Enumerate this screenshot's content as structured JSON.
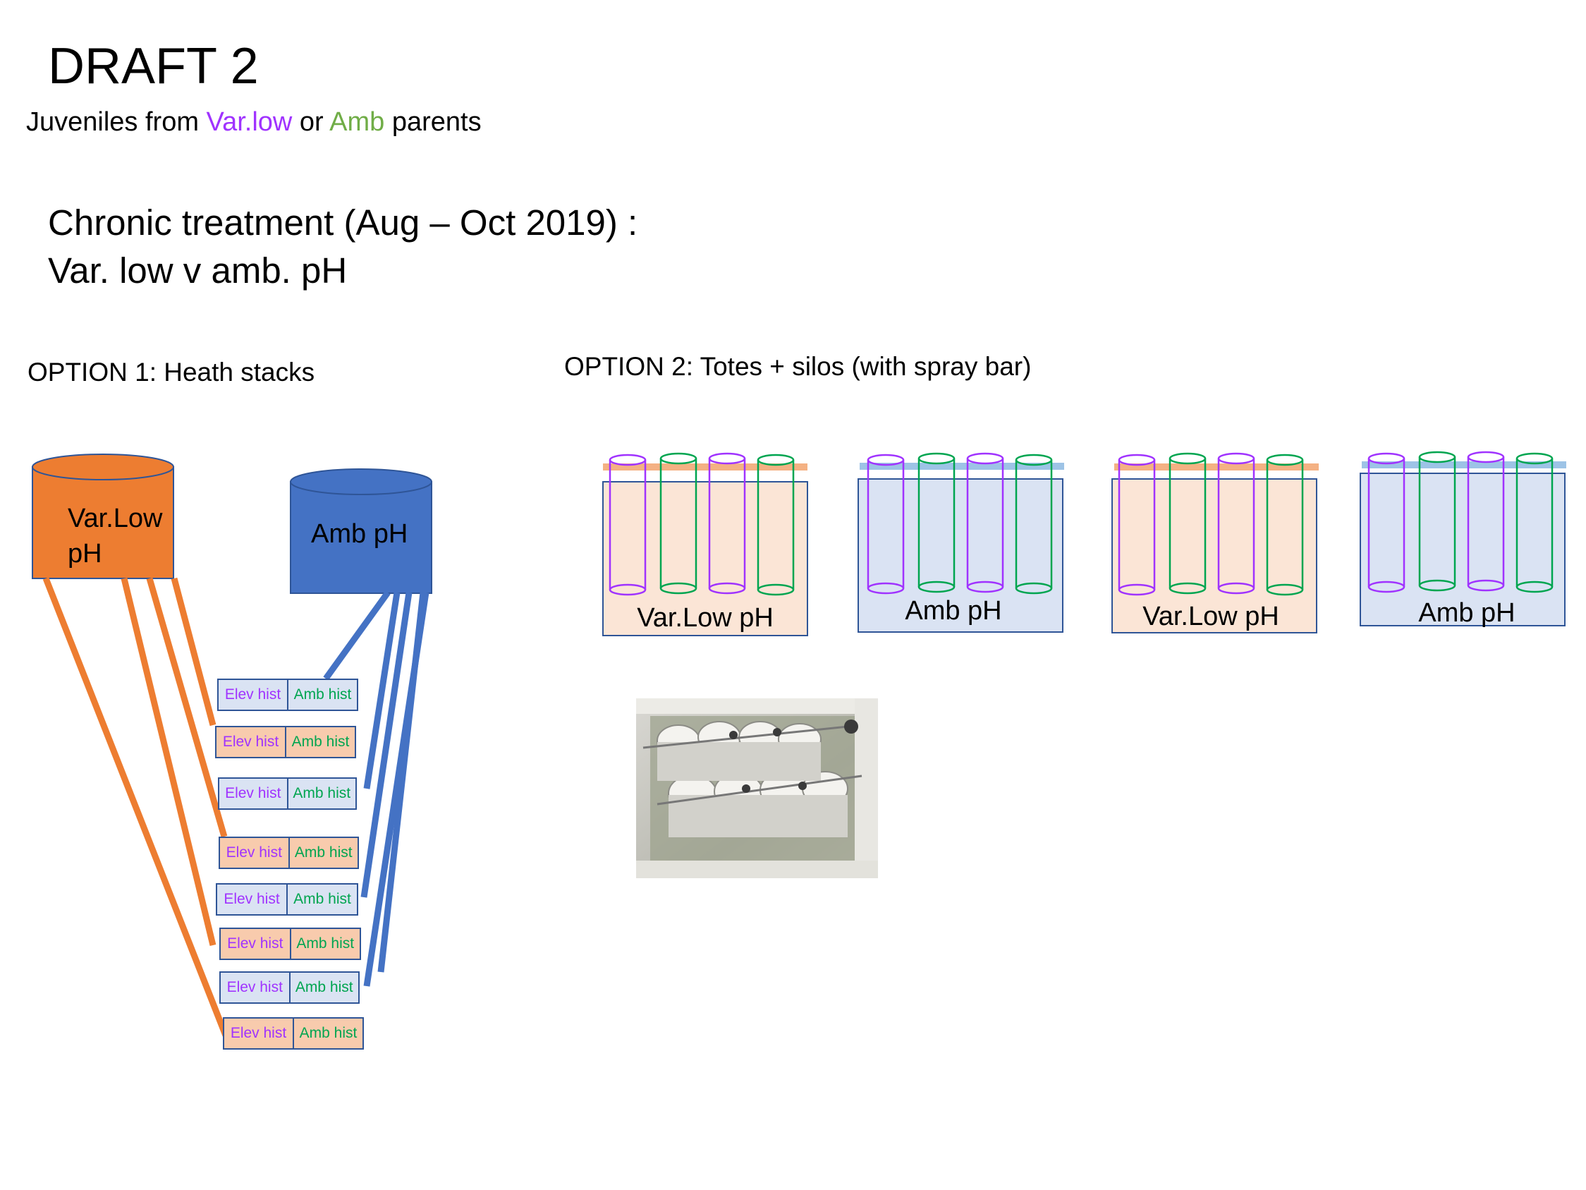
{
  "title": "DRAFT 2",
  "subtitle": {
    "prefix": "Juveniles from ",
    "var_low": "Var.low",
    "middle": " or ",
    "amb": "Amb",
    "suffix": " parents"
  },
  "chronic": {
    "line1": "Chronic treatment (Aug – Oct 2019) :",
    "line2": "Var. low v amb. pH"
  },
  "option1": {
    "label": "OPTION 1:  Heath stacks",
    "tank_varlow": {
      "line1": "Var.Low",
      "line2": "pH"
    },
    "tank_amb": "Amb pH",
    "stacks": [
      {
        "fill": "blue",
        "left": "Elev hist",
        "right": "Amb hist"
      },
      {
        "fill": "orange",
        "left": "Elev hist",
        "right": "Amb hist"
      },
      {
        "fill": "blue",
        "left": "Elev hist",
        "right": "Amb hist"
      },
      {
        "fill": "orange",
        "left": "Elev hist",
        "right": "Amb hist"
      },
      {
        "fill": "blue",
        "left": "Elev hist",
        "right": "Amb hist"
      },
      {
        "fill": "orange",
        "left": "Elev hist",
        "right": "Amb hist"
      },
      {
        "fill": "blue",
        "left": "Elev hist",
        "right": "Amb hist"
      },
      {
        "fill": "orange",
        "left": "Elev hist",
        "right": "Amb hist"
      }
    ]
  },
  "option2": {
    "label": "OPTION 2: Totes + silos (with spray bar)",
    "totes": [
      {
        "label": "Var.Low pH",
        "kind": "varlow"
      },
      {
        "label": "Amb pH",
        "kind": "amb"
      },
      {
        "label": "Var.Low pH",
        "kind": "varlow"
      },
      {
        "label": "Amb pH",
        "kind": "amb"
      }
    ],
    "silo_colors": [
      "purple",
      "green",
      "purple",
      "green"
    ]
  },
  "colors": {
    "orange": "#ED7D31",
    "blue": "#4472C4",
    "purple": "#A033FF",
    "green": "#00A550",
    "amb_text_green": "#70AD47",
    "light_orange": "#FBE5D6",
    "light_blue": "#DAE3F3",
    "bar_orange": "#F4B183",
    "bar_blue": "#9DC3E6"
  }
}
